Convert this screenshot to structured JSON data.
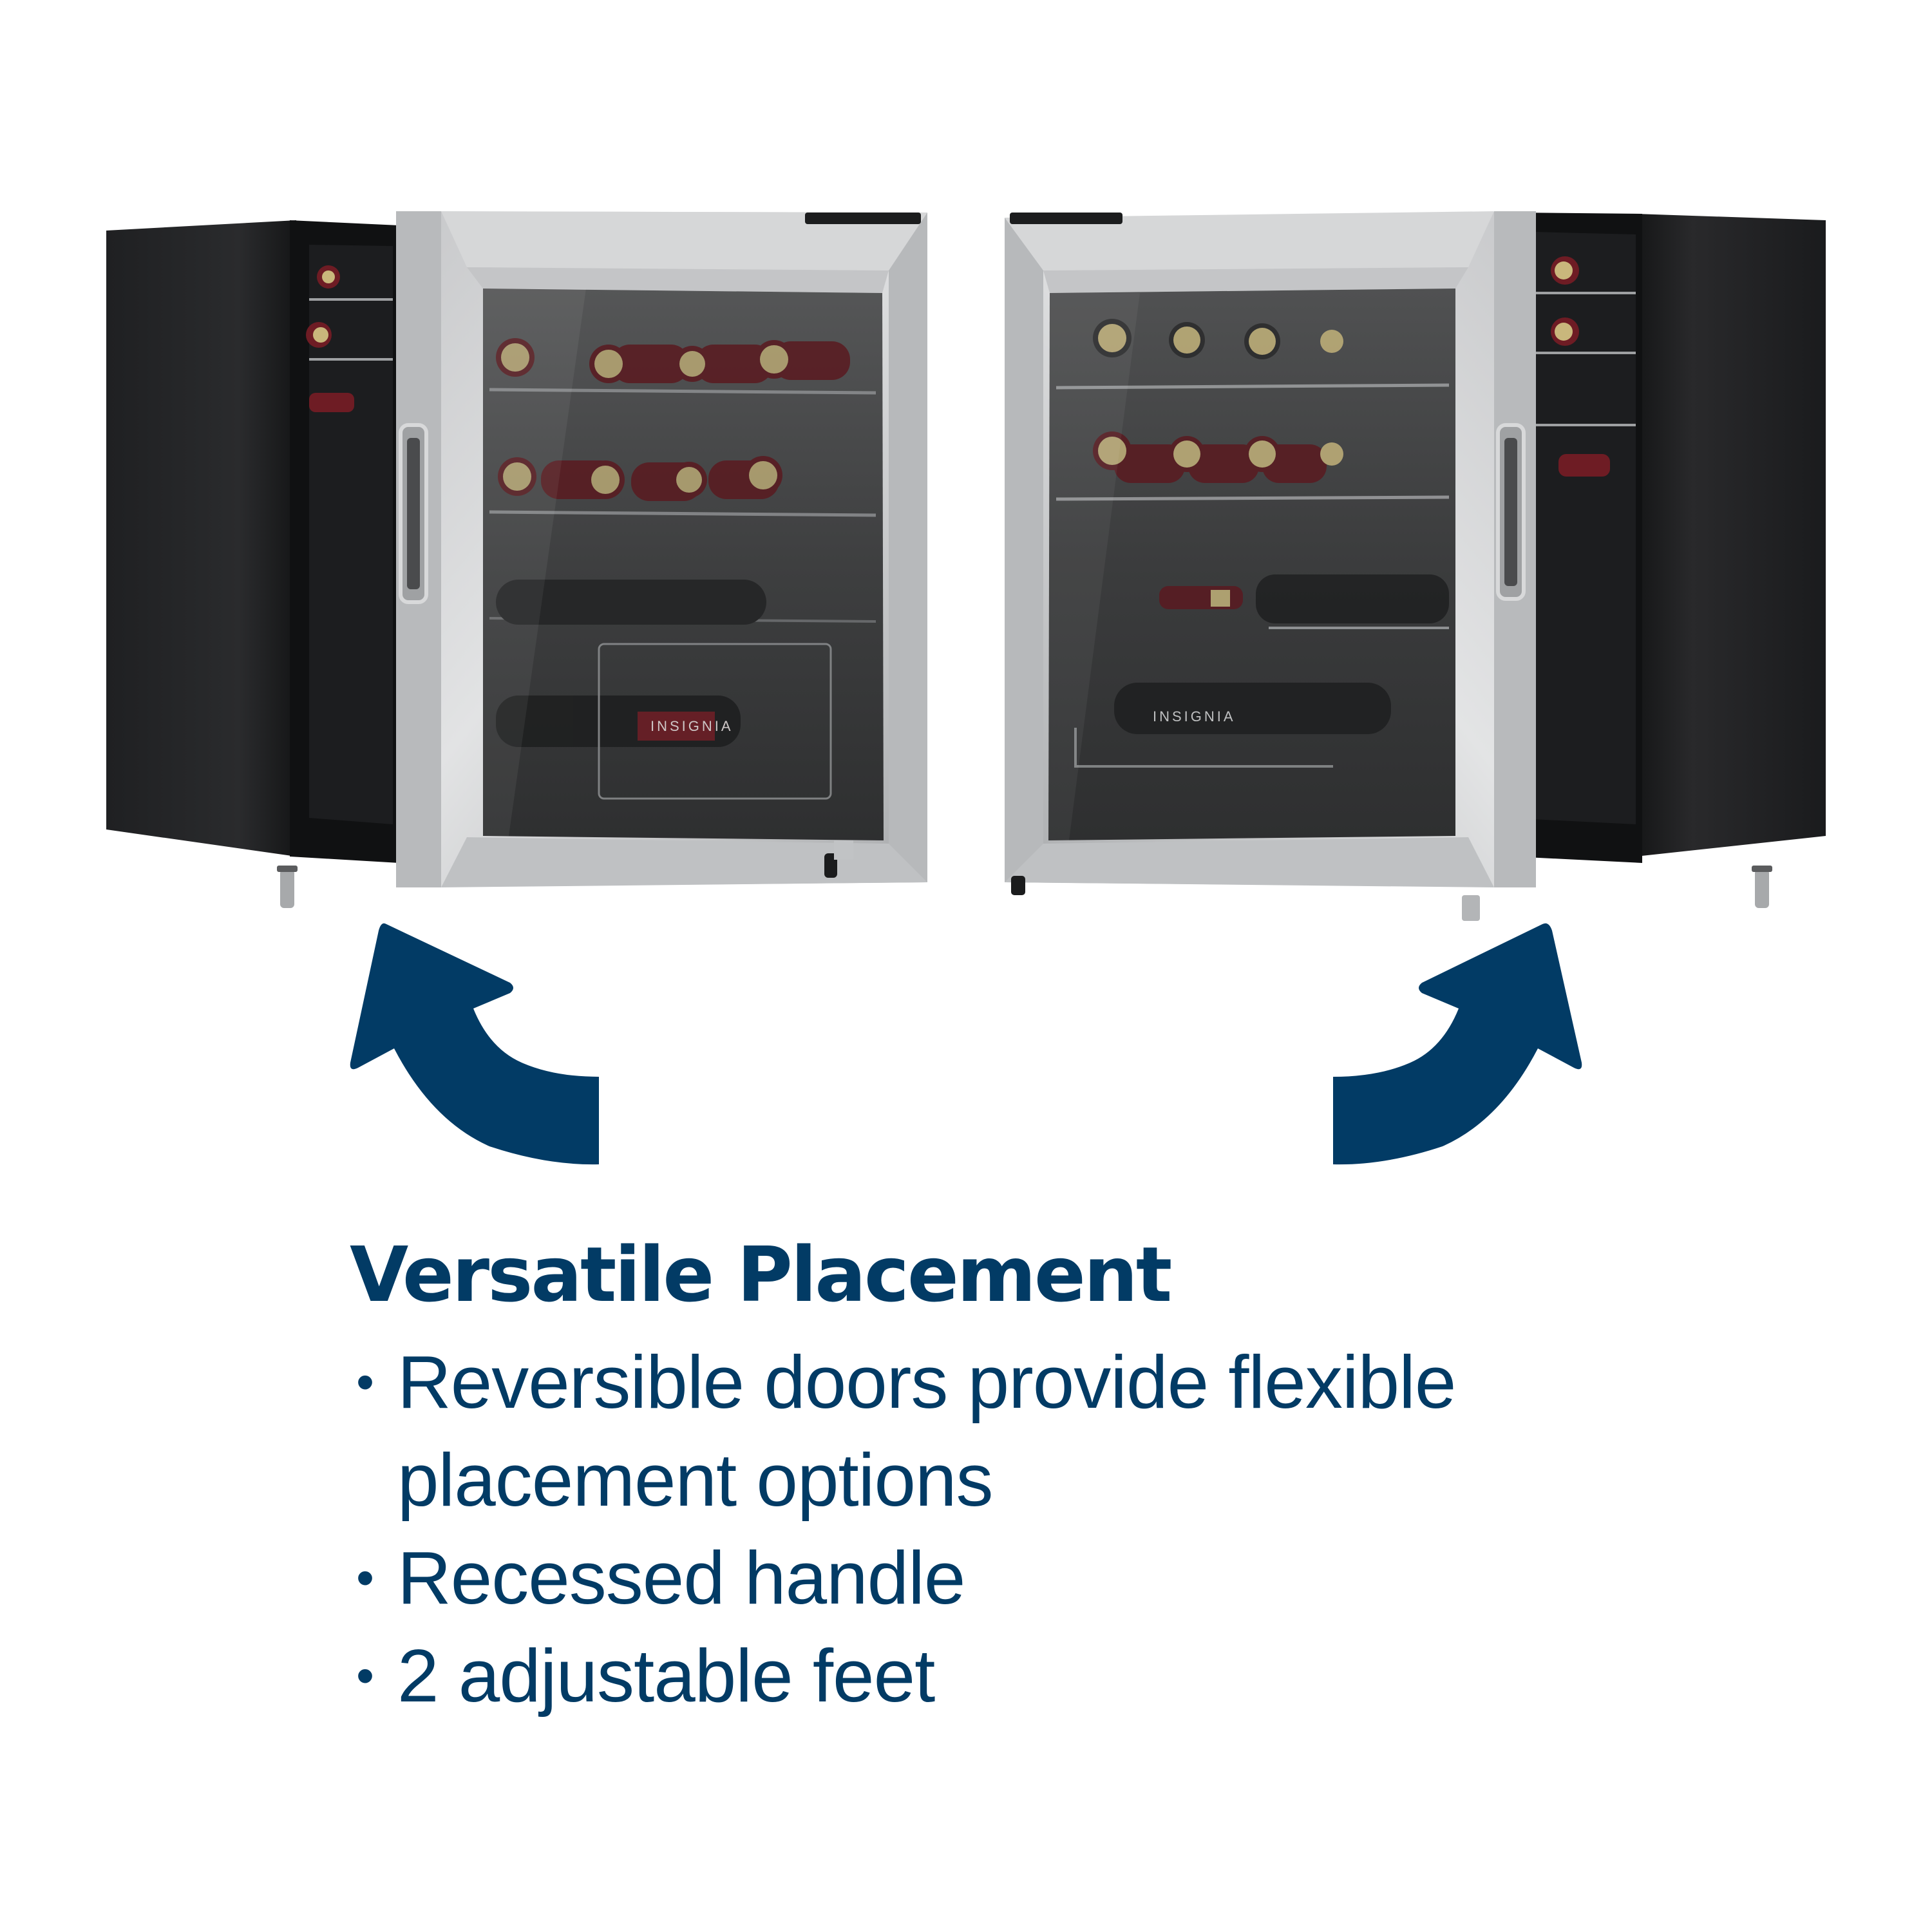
{
  "colors": {
    "brand": "#023b65",
    "background": "#ffffff",
    "stainless_light": "#d9dadb",
    "stainless_dark": "#8d8f91",
    "cabinet": "#1b1c1e",
    "glass": "#3a3b3c",
    "wine_red": "#6e1c24",
    "cork_gold": "#c9b77c"
  },
  "products": [
    {
      "id": "left-hinged",
      "brand_label": "INSIGNIA",
      "orientation": "door hinged on left, opening toward viewer-left",
      "arrow_direction": "curved-up-left"
    },
    {
      "id": "right-hinged",
      "brand_label": "INSIGNIA",
      "orientation": "door hinged on right, opening toward viewer-right",
      "arrow_direction": "curved-up-right"
    }
  ],
  "feature": {
    "title": "Versatile Placement",
    "bullets": [
      {
        "lines": [
          "Reversible doors provide flexible",
          "placement options"
        ]
      },
      {
        "lines": [
          "Recessed handle"
        ]
      },
      {
        "lines": [
          "2 adjustable feet"
        ]
      }
    ],
    "bullet_glyph": "•"
  }
}
